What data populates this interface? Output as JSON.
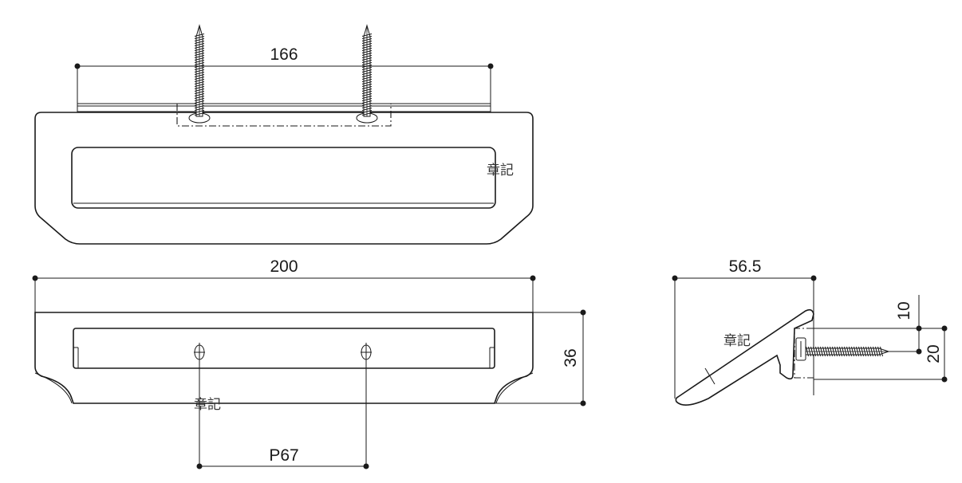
{
  "dimensions": {
    "screw_spacing": "166",
    "overall_width": "200",
    "height": "36",
    "hole_pitch": "P67",
    "depth": "56.5",
    "offset_top": "10",
    "offset_screw": "20"
  },
  "watermarks": {
    "mark_1": "章記",
    "mark_2": "章記",
    "mark_3": "章記"
  },
  "icons": {
    "screw": "wood-screw-icon",
    "hole": "screw-hole-icon"
  }
}
